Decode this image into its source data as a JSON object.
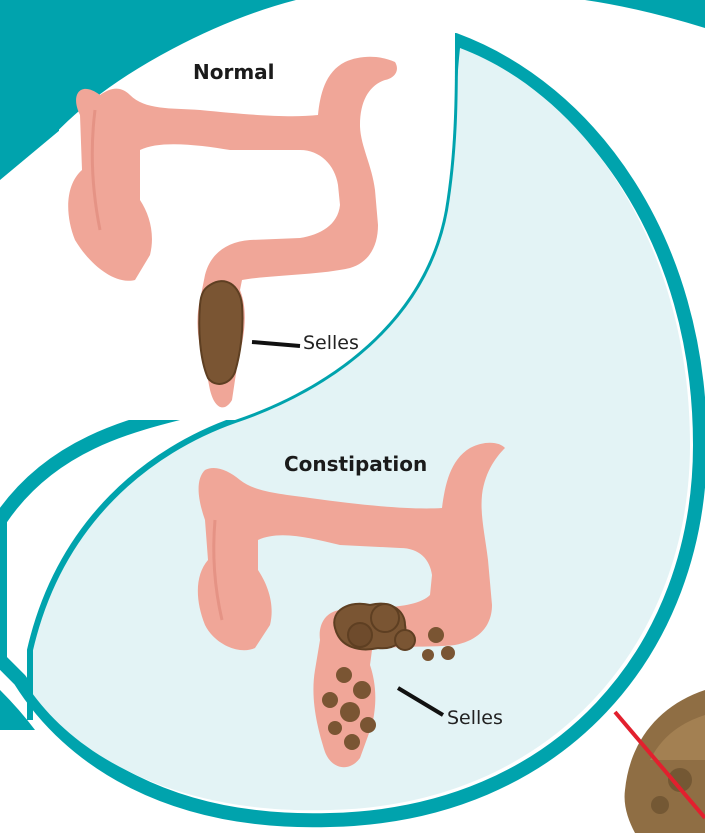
{
  "colors": {
    "accent": "#00a3ad",
    "light_panel": "#e3f3f5",
    "colon": "#f0a698",
    "colon_shadow": "#df8c7e",
    "stool": "#7a5533",
    "stool_dark": "#5e3f22",
    "cross": "#e2202e"
  },
  "normal": {
    "title": "Normal",
    "stool_label": "Selles"
  },
  "constipation": {
    "title": "Constipation",
    "stool_label": "Selles"
  },
  "icons": {
    "hard_stool_photo": "hard-stool-crossed-icon"
  }
}
